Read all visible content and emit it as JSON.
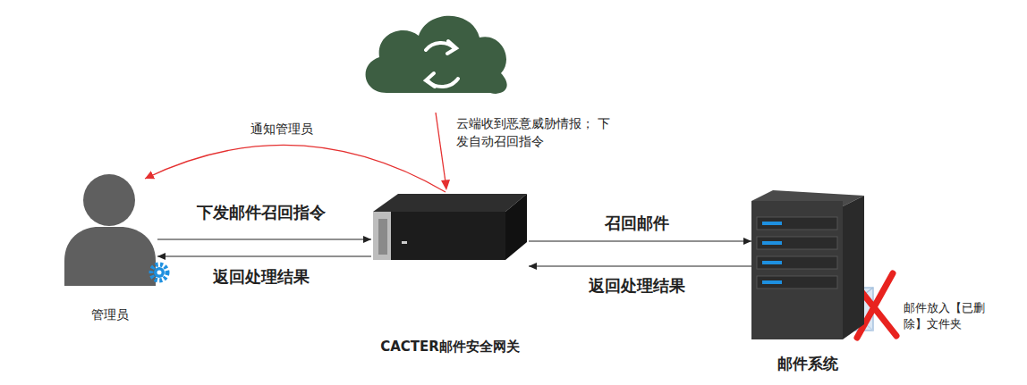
{
  "diagram": {
    "nodes": [
      {
        "text": [
          "管理员"
        ]
      },
      {
        "text": [
          "CACTER邮件安全网关"
        ]
      },
      {
        "text": [
          "邮件系统"
        ]
      }
    ],
    "edges": [
      {
        "from": 0,
        "to": 1,
        "label": "下发邮件召回指令",
        "arrow": "to"
      },
      {
        "from": 1,
        "to": 0,
        "label": "返回处理结果",
        "arrow": "to"
      },
      {
        "from": 1,
        "to": 2,
        "label": "召回邮件",
        "arrow": "to"
      },
      {
        "from": 2,
        "to": 1,
        "label": "返回处理结果",
        "arrow": "to"
      },
      {
        "from": 1,
        "to": 0,
        "label": "通知管理员",
        "arrow": "to"
      }
    ],
    "labels": [
      "云端收到恶意威胁情报； 下发自动召回指令",
      "邮件放入【已删除】文件夹"
    ]
  }
}
